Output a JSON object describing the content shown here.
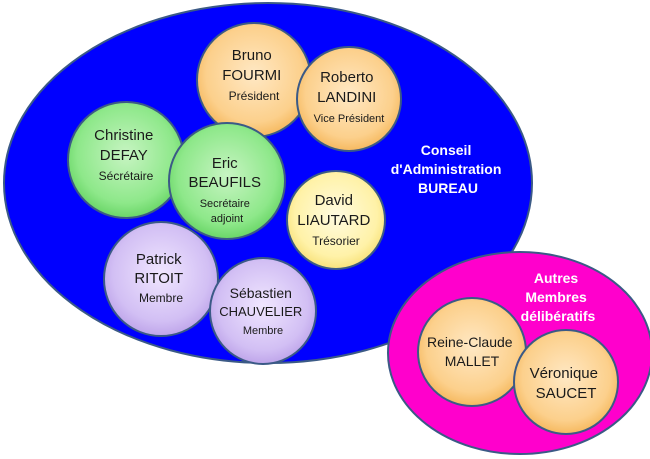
{
  "conseil": {
    "label_lines": [
      "Conseil",
      "d'Administration",
      "BUREAU"
    ],
    "members": [
      {
        "key": "fourmi",
        "lines": [
          "Bruno",
          "FOURMI",
          "Président"
        ],
        "color": "orange"
      },
      {
        "key": "landini",
        "lines": [
          "Roberto",
          "LANDINI",
          "Vice Président"
        ],
        "color": "orange"
      },
      {
        "key": "defay",
        "lines": [
          "Christine",
          "DEFAY",
          "Sécrétaire"
        ],
        "color": "green"
      },
      {
        "key": "beaufils",
        "lines": [
          "Eric",
          "BEAUFILS",
          "Secrétaire",
          "adjoint"
        ],
        "color": "green"
      },
      {
        "key": "liautard",
        "lines": [
          "David",
          "LIAUTARD",
          "Trésorier"
        ],
        "color": "yellow"
      },
      {
        "key": "ritoit",
        "lines": [
          "Patrick",
          "RITOIT",
          "Membre"
        ],
        "color": "purple"
      },
      {
        "key": "chauvelier",
        "lines": [
          "Sébastien",
          "CHAUVELIER",
          "Membre"
        ],
        "color": "purple"
      }
    ]
  },
  "autres": {
    "label_lines": [
      "Autres",
      "Membres",
      "délibératifs"
    ],
    "members": [
      {
        "key": "mallet",
        "lines": [
          "Reine-Claude",
          "MALLET"
        ],
        "color": "orange"
      },
      {
        "key": "saucet",
        "lines": [
          "Véronique",
          "SAUCET"
        ],
        "color": "orange"
      }
    ]
  },
  "colors": {
    "conseil_fill": "#0000ff",
    "autres_fill": "#ff00cc",
    "outline": "#3b5a86",
    "label_text": "#ffffff",
    "member_text": "#1a1a1a"
  }
}
